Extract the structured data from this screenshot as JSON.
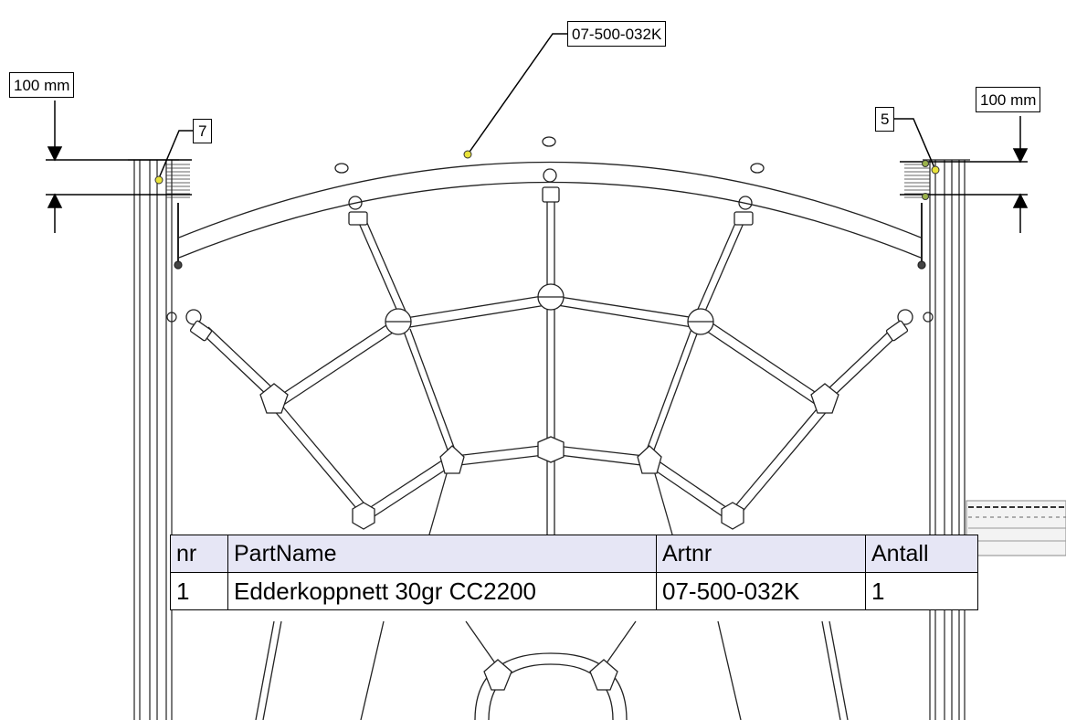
{
  "callouts": {
    "part_number": "07-500-032K",
    "dim_left": "100 mm",
    "dim_right": "100 mm",
    "balloon_left": "7",
    "balloon_right": "5"
  },
  "bom": {
    "headers": [
      "nr",
      "PartName",
      "Artnr",
      "Antall"
    ],
    "rows": [
      [
        "1",
        "Edderkoppnett 30gr CC2200",
        "07-500-032K",
        "1"
      ]
    ]
  },
  "colors": {
    "marker": "#e8e23a",
    "line": "#1a1a1a",
    "header_fill": "#e6e6f5"
  }
}
